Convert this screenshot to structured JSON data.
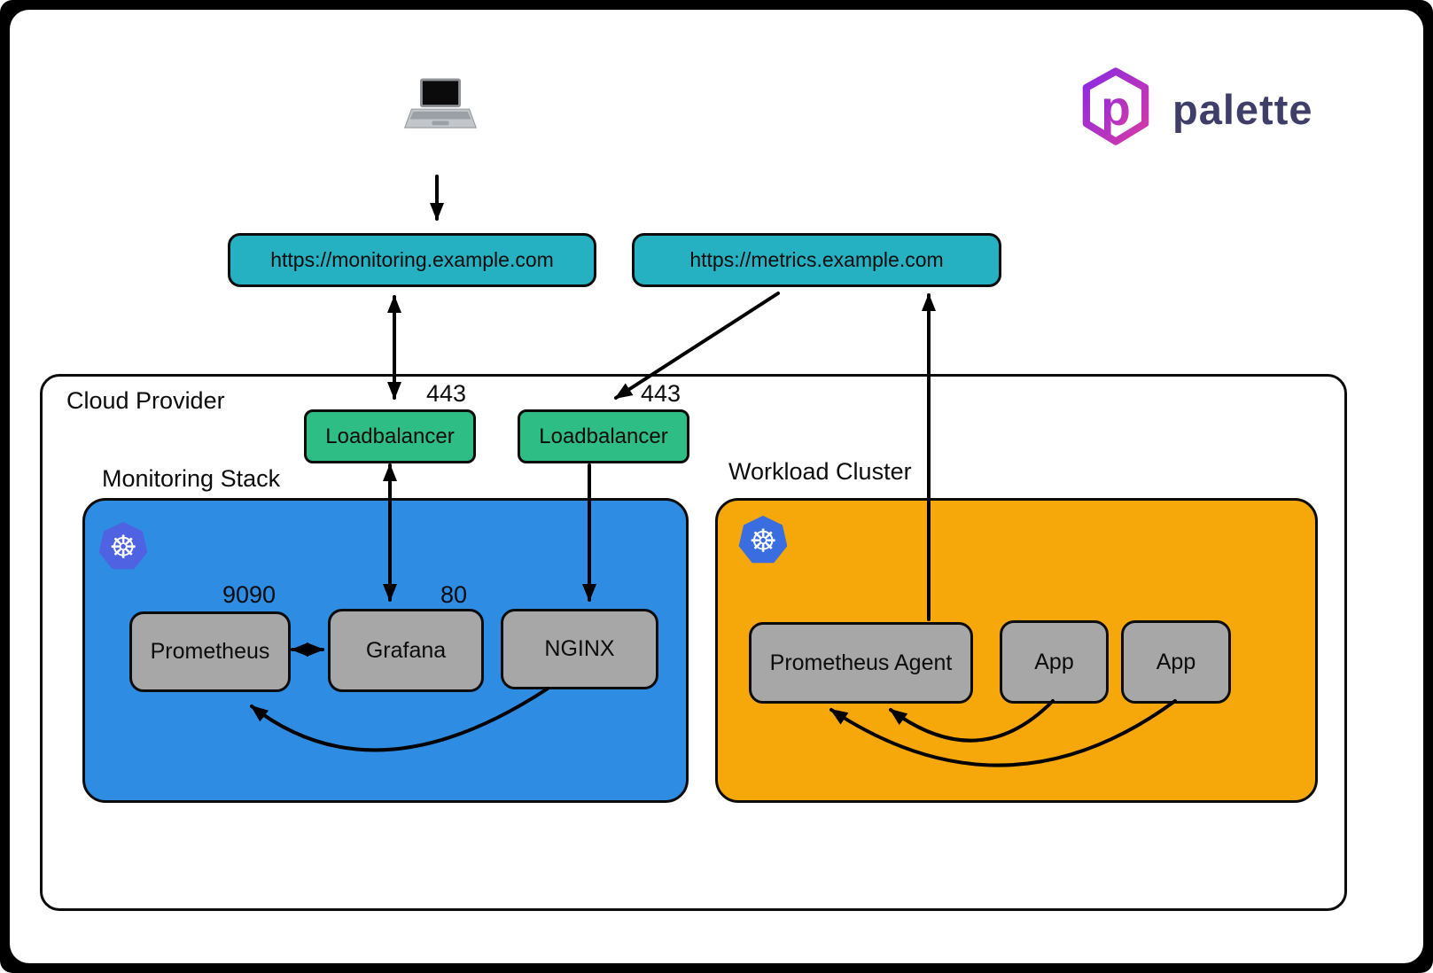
{
  "brand": {
    "name": "palette"
  },
  "urls": {
    "monitoring": "https://monitoring.example.com",
    "metrics": "https://metrics.example.com"
  },
  "cloud": {
    "label": "Cloud Provider"
  },
  "loadbalancers": {
    "monitoring": {
      "label": "Loadbalancer",
      "port": "443"
    },
    "metrics": {
      "label": "Loadbalancer",
      "port": "443"
    }
  },
  "monitoring_stack": {
    "label": "Monitoring Stack",
    "prometheus": {
      "label": "Prometheus",
      "port": "9090"
    },
    "grafana": {
      "label": "Grafana",
      "port": "80"
    },
    "nginx": {
      "label": "NGINX"
    }
  },
  "workload_cluster": {
    "label": "Workload Cluster",
    "agent": {
      "label": "Prometheus Agent"
    },
    "app1": {
      "label": "App"
    },
    "app2": {
      "label": "App"
    }
  },
  "icons": {
    "client": "laptop-icon",
    "cluster": "kubernetes-icon",
    "brand_mark": "palette-hexagon-logo"
  },
  "colors": {
    "url_box": "#25b1c2",
    "loadbalancer": "#2ebd85",
    "monitoring_cluster": "#2e8ce2",
    "workload_cluster": "#f6a80a",
    "node_gray": "#a7a7a7",
    "kubernetes_blue": "#3f63e0",
    "logo_purple": "#8a2be2",
    "logo_pink": "#d63aa6",
    "logo_text": "#3e3e68"
  }
}
